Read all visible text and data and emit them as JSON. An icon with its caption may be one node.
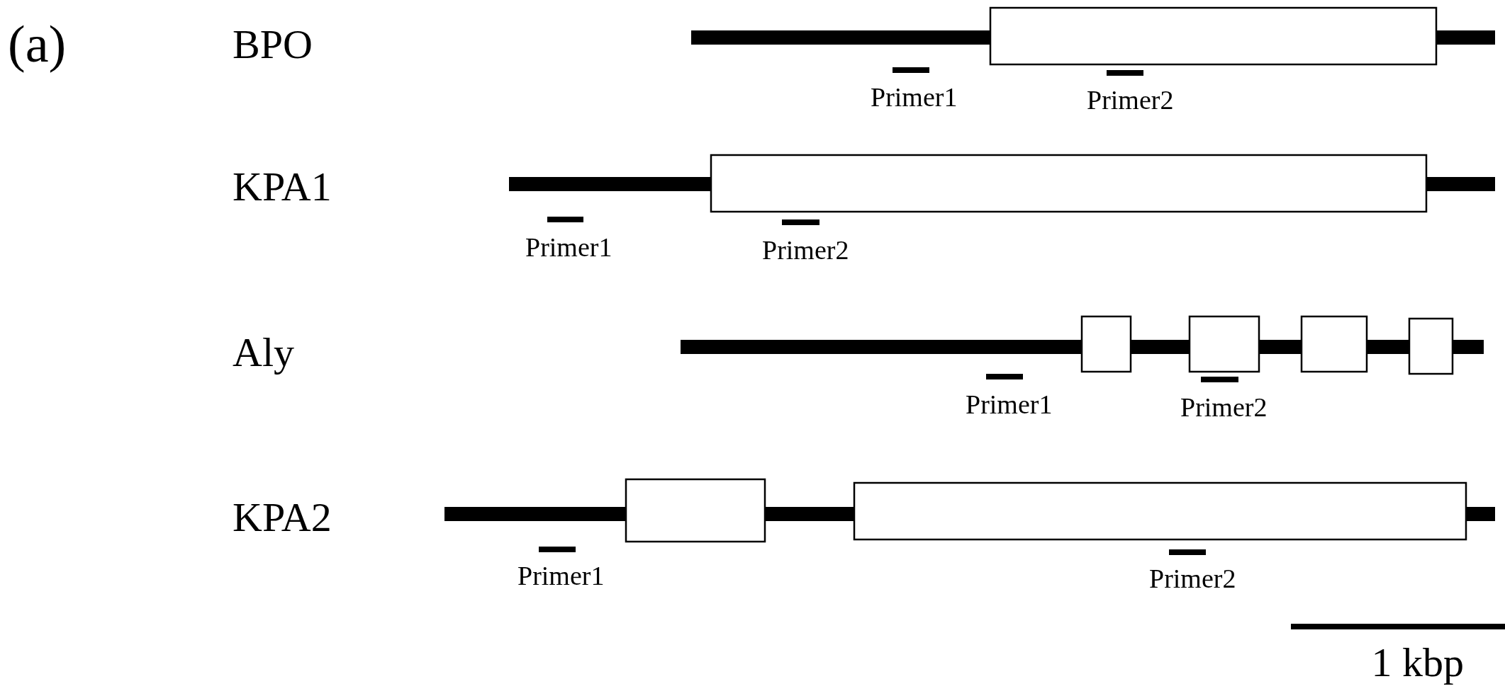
{
  "diagram": {
    "labels": [
      "(a)",
      "BPO",
      "Primer1",
      "Primer2",
      "KPA1",
      "Primer1",
      "Primer2",
      "Aly",
      "Primer1",
      "Primer2",
      "KPA2",
      "Primer1",
      "Primer2",
      "1 kbp"
    ]
  }
}
